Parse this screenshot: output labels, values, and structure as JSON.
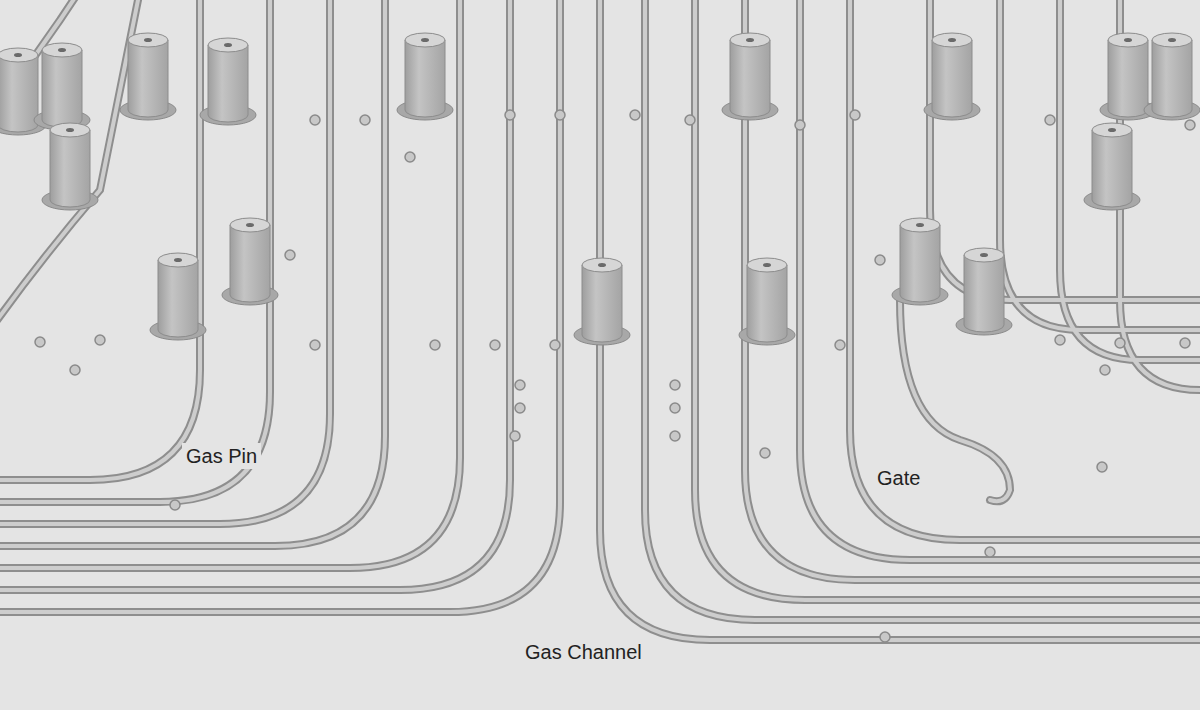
{
  "diagram": {
    "labels": [
      "Gas Pin",
      "Gate",
      "Gas Channel"
    ]
  }
}
